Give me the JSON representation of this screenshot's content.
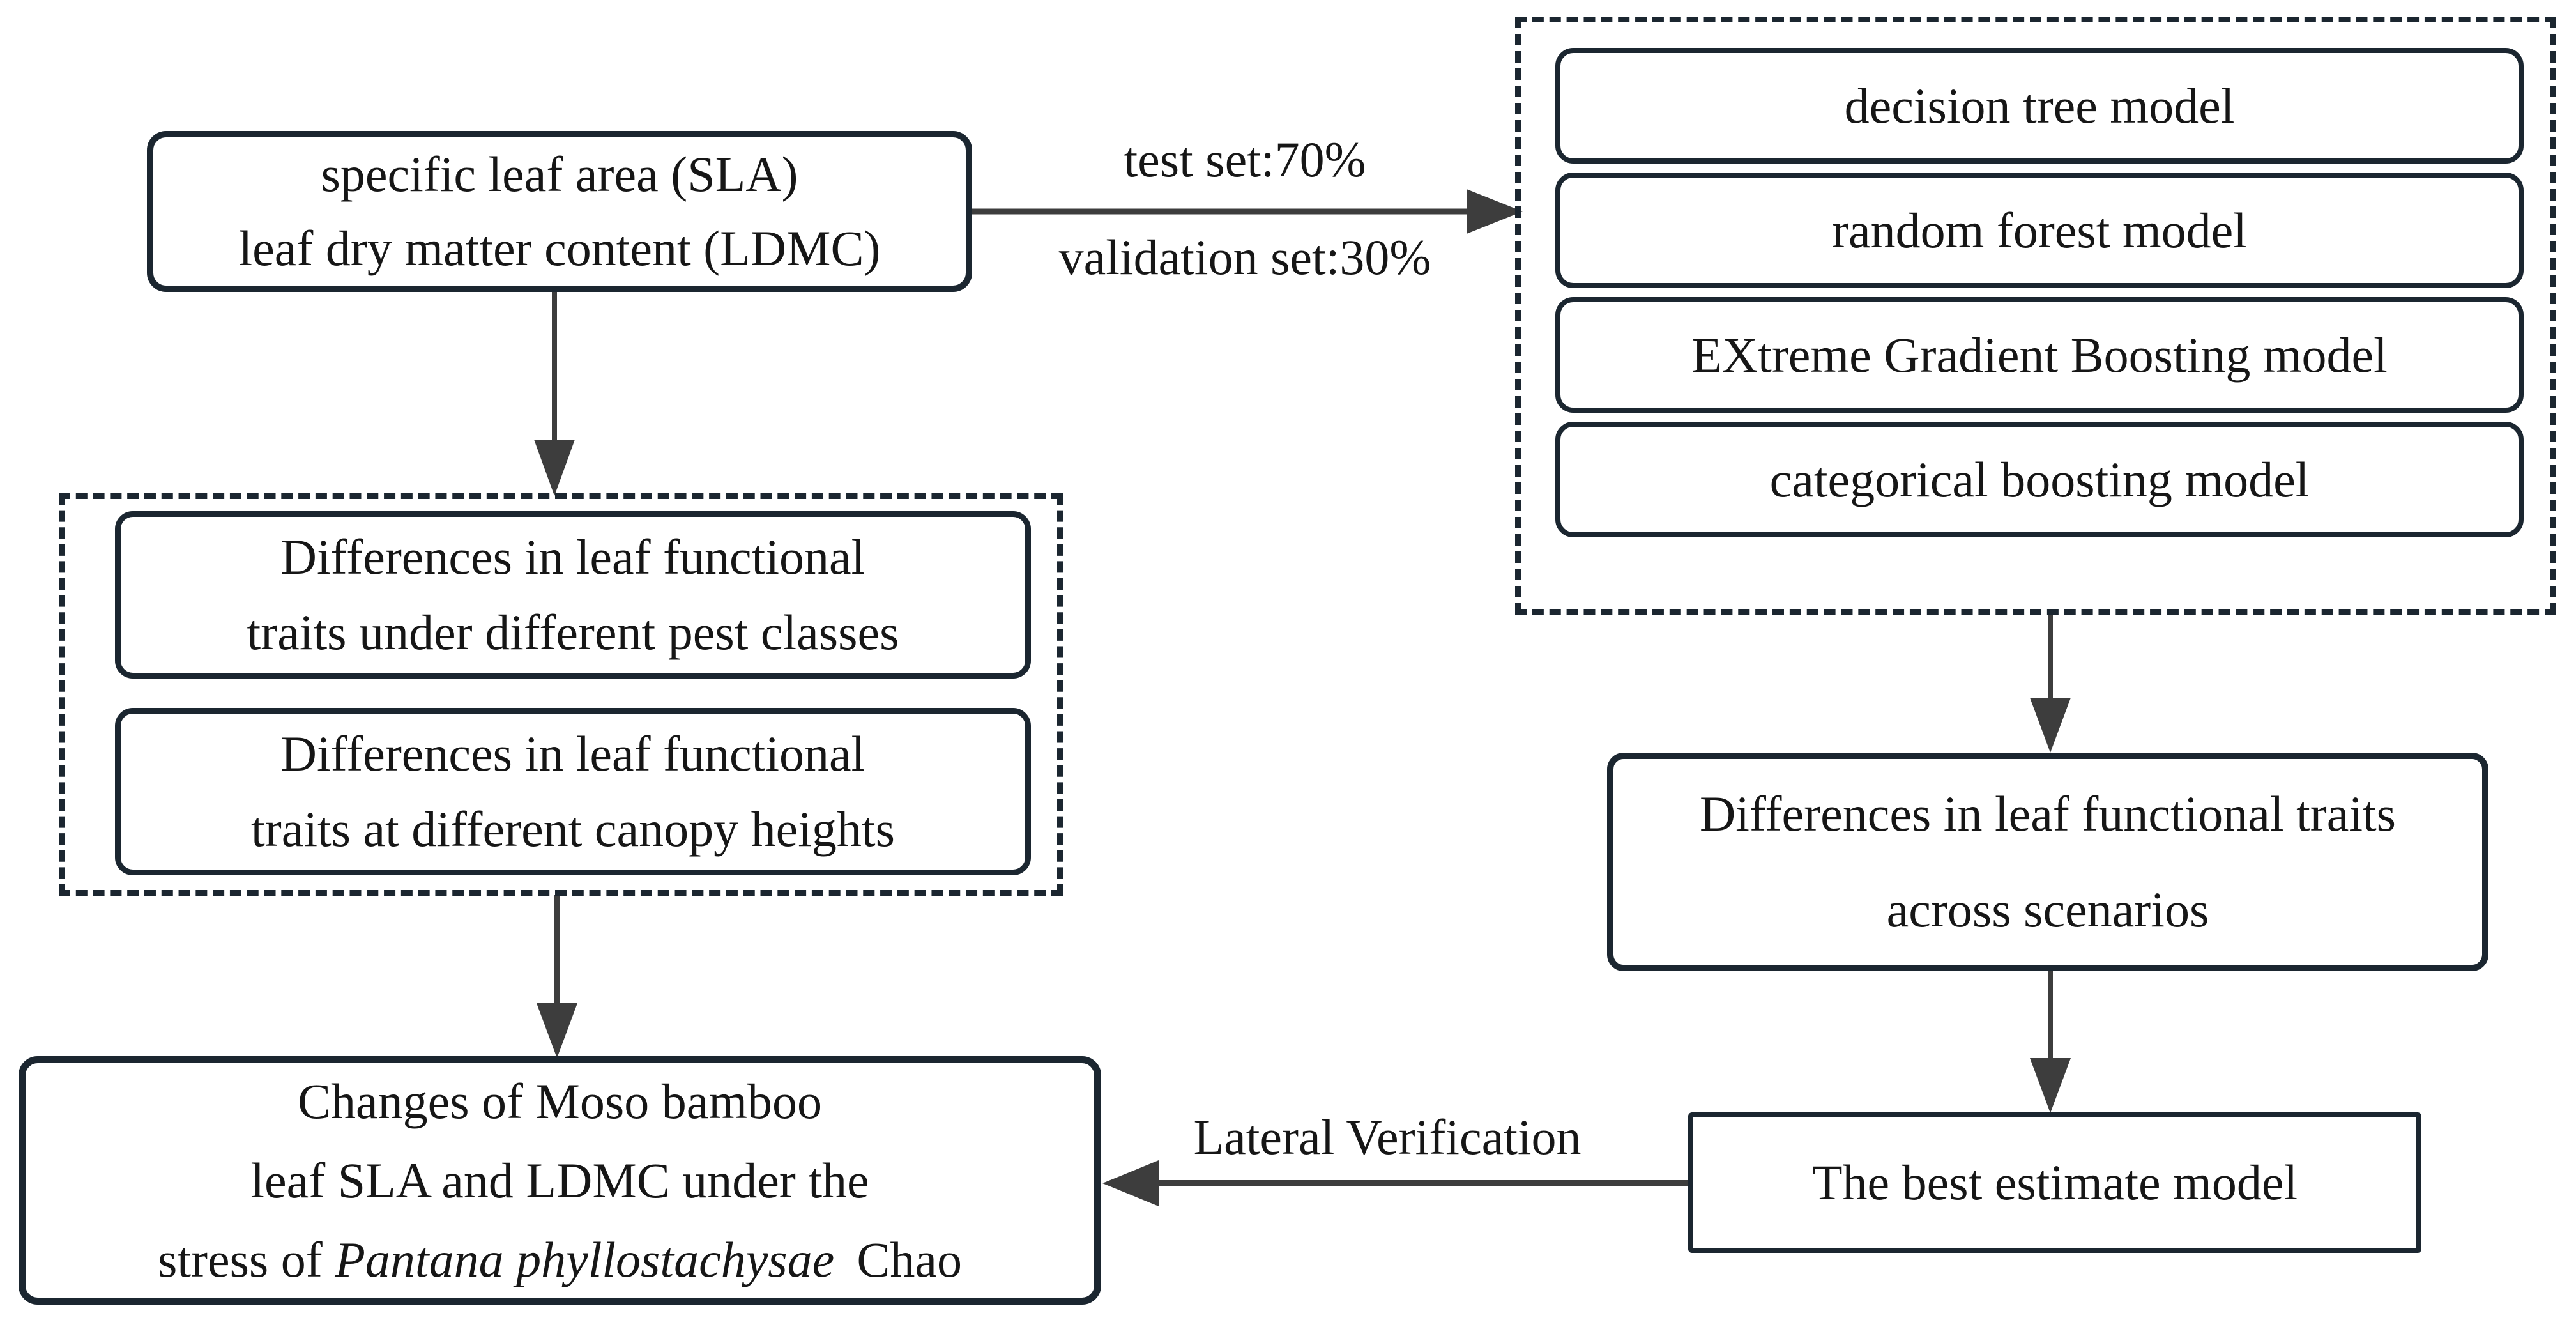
{
  "diagram": {
    "background": "#ffffff",
    "colors": {
      "box_border": "#1b2630",
      "arrow": "#3d3d3d",
      "text": "#161616"
    },
    "input_box": {
      "line1": "specific leaf area (SLA)",
      "line2": "leaf dry matter content (LDMC)"
    },
    "split_labels": {
      "top": "test set:70%",
      "bottom": "validation set:30%"
    },
    "model_group": {
      "items": [
        "decision tree model",
        "random forest model",
        "EXtreme Gradient Boosting model",
        "categorical boosting model"
      ]
    },
    "analysis_group": {
      "pest_box": {
        "line1": "Differences in leaf functional",
        "line2": "traits under different pest classes"
      },
      "canopy_box": {
        "line1": "Differences in leaf functional",
        "line2": "traits at different canopy heights"
      }
    },
    "scenarios_box": {
      "line1": "Differences in leaf functional traits",
      "line2": "across scenarios"
    },
    "best_model_box": {
      "label": "The best estimate model"
    },
    "changes_box": {
      "line1": "Changes of Moso bamboo",
      "line2": "leaf SLA and LDMC under the",
      "line3_prefix": "stress of ",
      "line3_italic": "Pantana phyllostachysae",
      "line3_suffix": " Chao"
    },
    "lateral_label": "Lateral Verification"
  }
}
